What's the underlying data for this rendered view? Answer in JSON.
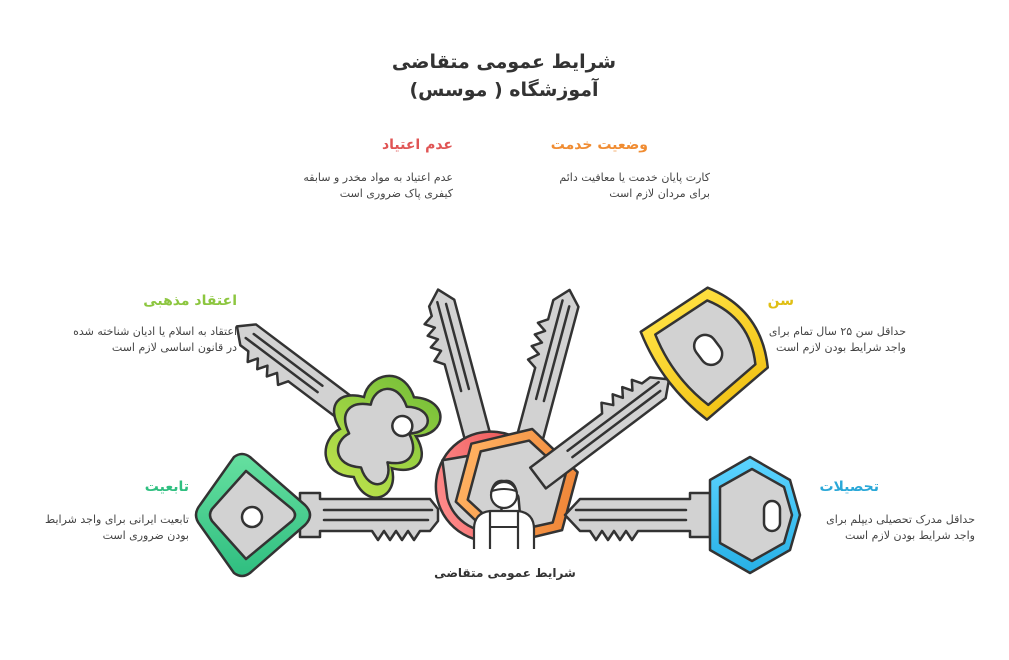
{
  "title": {
    "line1": "شرایط عمومی متقاضی",
    "line2": "آموزشگاه ( موسس)"
  },
  "center": {
    "label": "شرایط عمومی متقاضی",
    "icon": "person-icon"
  },
  "items": [
    {
      "id": "religion",
      "label": "اعتقاد مذهبی",
      "color": "#9ccc3a",
      "desc": [
        "اعتقاد به اسلام یا ادیان شناخته شده",
        "در قانون اساسی لازم است"
      ]
    },
    {
      "id": "addiction",
      "label": "عدم اعتیاد",
      "color": "#e85858",
      "desc": [
        "عدم اعتیاد به مواد مخدر و سابقه",
        "کیفری پاک ضروری است"
      ]
    },
    {
      "id": "military",
      "label": "وضعیت خدمت",
      "color": "#f0963c",
      "desc": [
        "کارت پایان خدمت یا معافیت دائم",
        "برای مردان لازم است"
      ]
    },
    {
      "id": "age",
      "label": "سن",
      "color": "#e6c81e",
      "desc": [
        "حداقل سن ۲۵ سال تمام برای",
        "واجد شرایط بودن لازم است"
      ]
    },
    {
      "id": "nationality",
      "label": "تابعیت",
      "color": "#3fc88a",
      "desc": [
        "تابعیت ایرانی برای واجد شرایط",
        "بودن ضروری است"
      ]
    },
    {
      "id": "education",
      "label": "تحصیلات",
      "color": "#36b7e0",
      "desc": [
        "حداقل مدرک تحصیلی دیپلم برای",
        "واجد شرایط بودن لازم است"
      ]
    }
  ]
}
